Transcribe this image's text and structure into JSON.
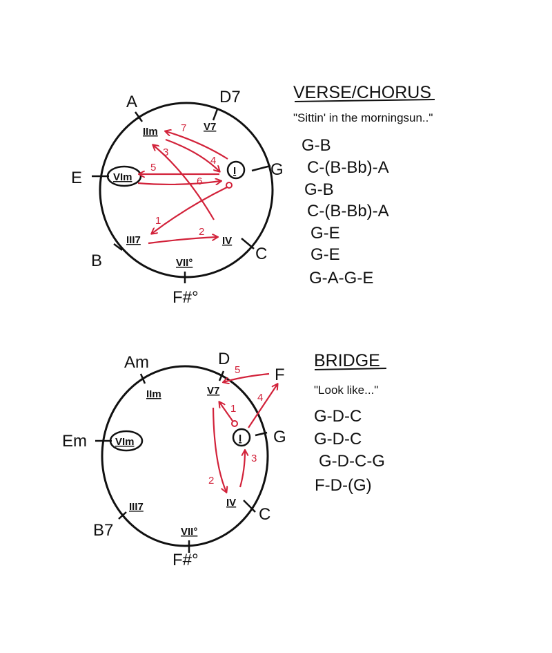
{
  "accent_color": "#d2223a",
  "verse_chorus": {
    "title": "VERSE/CHORUS",
    "lyric": "\"Sittin' in the morningsun..\"",
    "progression": [
      "G-B",
      "C-(B-Bb)-A",
      "G-B",
      "C-(B-Bb)-A",
      "G-E",
      "G-E",
      "G-A-G-E"
    ],
    "circle": {
      "chords": {
        "ii": "A",
        "v": "D7",
        "i": "G",
        "vi": "E",
        "iii": "B",
        "iv": "C",
        "vii": "F#°"
      },
      "numerals": {
        "ii": "IIm",
        "v": "V7",
        "i": "I",
        "vi": "VIm",
        "iii": "III7",
        "iv": "IV",
        "vii": "VII°"
      },
      "arrows": [
        "1",
        "2",
        "3",
        "4",
        "5",
        "6",
        "7"
      ]
    }
  },
  "bridge": {
    "title": "BRIDGE",
    "lyric": "\"Look like...\"",
    "progression": [
      "G-D-C",
      "G-D-C",
      "G-D-C-G",
      "F-D-(G)"
    ],
    "circle": {
      "chords": {
        "ii": "Am",
        "v": "D",
        "i": "G",
        "vi": "Em",
        "iii": "B7",
        "iv": "C",
        "vii": "F#°",
        "extra": "F"
      },
      "numerals": {
        "ii": "IIm",
        "v": "V7",
        "i": "I",
        "vi": "VIm",
        "iii": "III7",
        "iv": "IV",
        "vii": "VII°"
      },
      "arrows": [
        "1",
        "2",
        "3",
        "4",
        "5"
      ]
    }
  }
}
